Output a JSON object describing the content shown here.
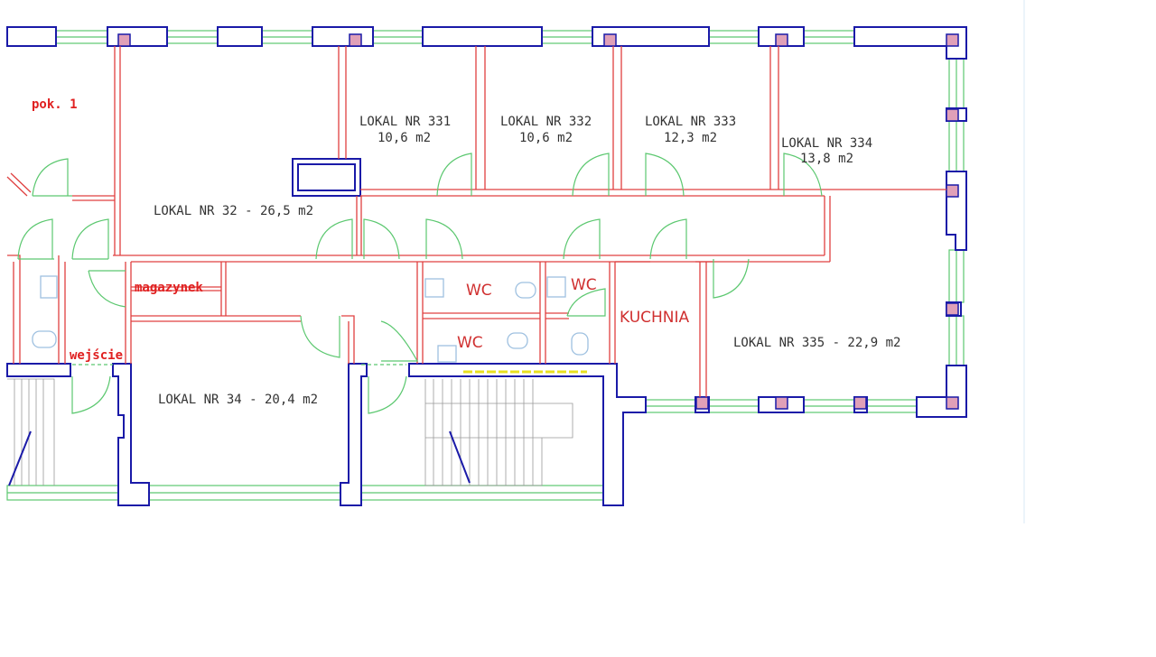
{
  "plan": {
    "rooms": {
      "pok1": "pok. 1",
      "lokal_32": "LOKAL NR 32 - 26,5 m2",
      "lokal_331": "LOKAL NR 331",
      "lokal_331_area": "10,6 m2",
      "lokal_332": "LOKAL NR 332",
      "lokal_332_area": "10,6 m2",
      "lokal_333": "LOKAL NR 333",
      "lokal_333_area": "12,3 m2",
      "lokal_334": "LOKAL NR 334",
      "lokal_334_area": "13,8 m2",
      "lokal_335": "LOKAL NR 335 - 22,9 m2",
      "lokal_34": "LOKAL NR 34 - 20,4 m2",
      "magazynek": "magazynek",
      "wejscie": "wejście",
      "wc1": "WC",
      "wc2": "WC",
      "wc3": "WC",
      "kuchnia": "KUCHNIA"
    },
    "colors": {
      "wall_outer": "#1a1aa8",
      "wall_inner": "#e04040",
      "window": "#5cc870",
      "label_red": "#e02020"
    }
  }
}
